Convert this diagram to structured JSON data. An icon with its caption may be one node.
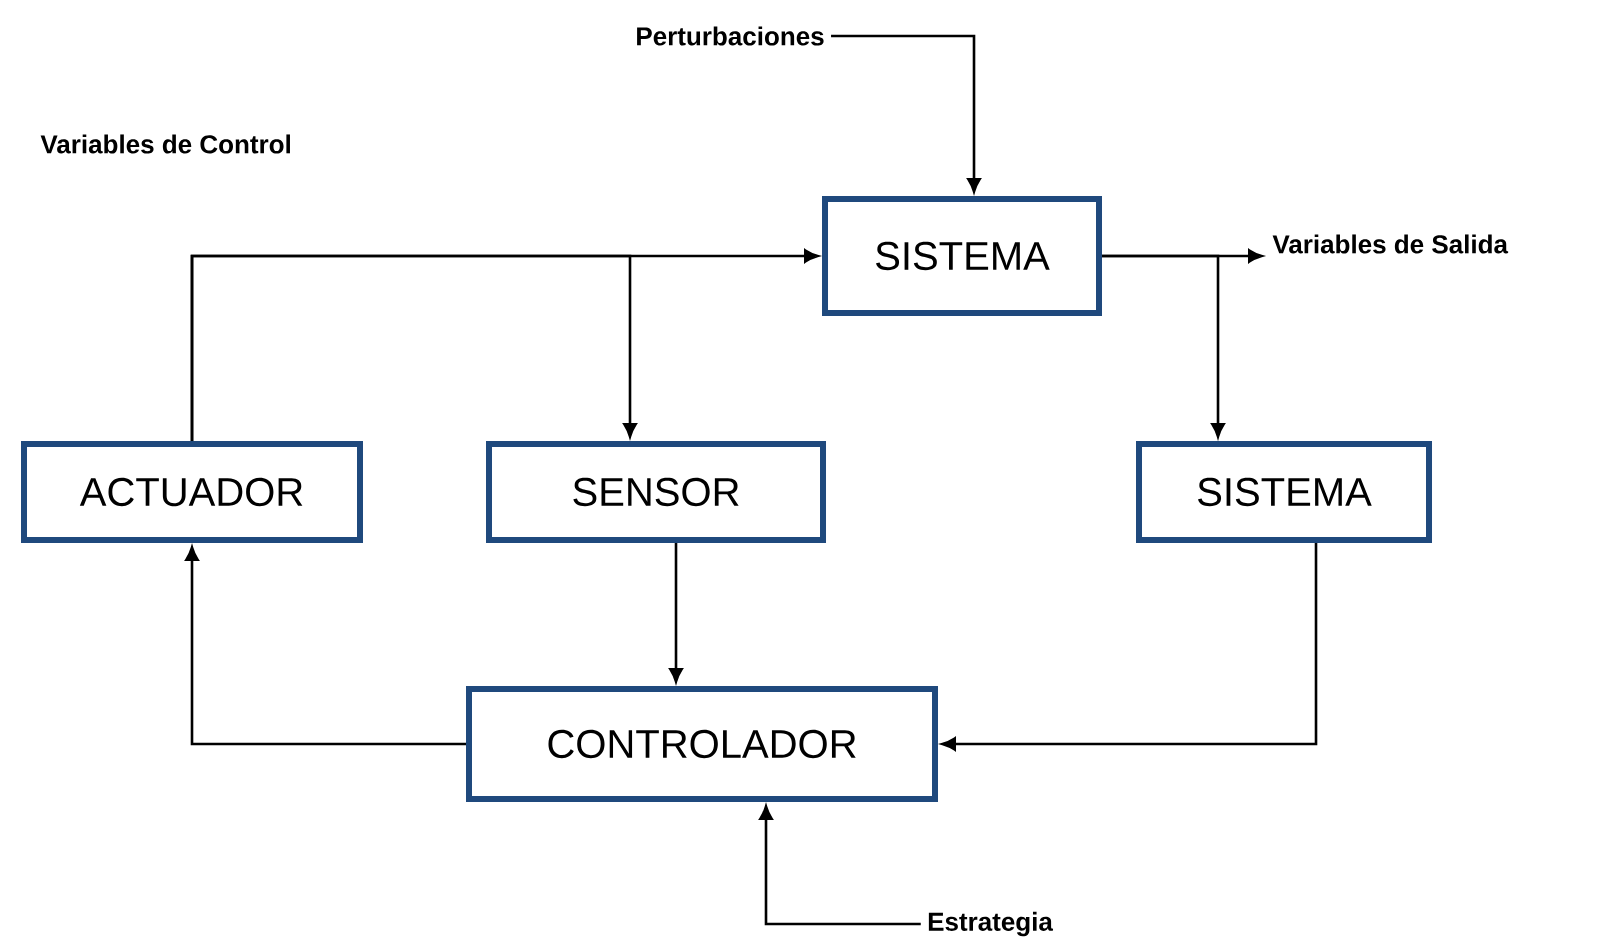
{
  "diagram": {
    "nodes": [
      {
        "text": [
          "Perturbaciones"
        ]
      },
      {
        "text": [
          "SISTEMA"
        ]
      },
      {
        "text": [
          "Variables de Salida"
        ]
      },
      {
        "text": [
          "ACTUADOR"
        ]
      },
      {
        "text": [
          "SENSOR"
        ]
      },
      {
        "text": [
          "SISTEMA"
        ]
      },
      {
        "text": [
          "CONTROLADOR"
        ]
      },
      {
        "text": [
          "Estrategia"
        ]
      }
    ],
    "edges": [
      {
        "from": 0,
        "to": 1,
        "arrow": "to"
      },
      {
        "from": 3,
        "to": 1,
        "arrow": "to"
      },
      {
        "from": 3,
        "to": 4,
        "arrow": "to"
      },
      {
        "from": 1,
        "to": 2,
        "arrow": "to"
      },
      {
        "from": 1,
        "to": 5,
        "arrow": "to"
      },
      {
        "from": 4,
        "to": 6,
        "arrow": "to"
      },
      {
        "from": 5,
        "to": 6,
        "arrow": "to"
      },
      {
        "from": 6,
        "to": 3,
        "arrow": "to"
      },
      {
        "from": 7,
        "to": 6,
        "arrow": "to"
      }
    ],
    "labels": [
      "Variables de Control"
    ]
  }
}
